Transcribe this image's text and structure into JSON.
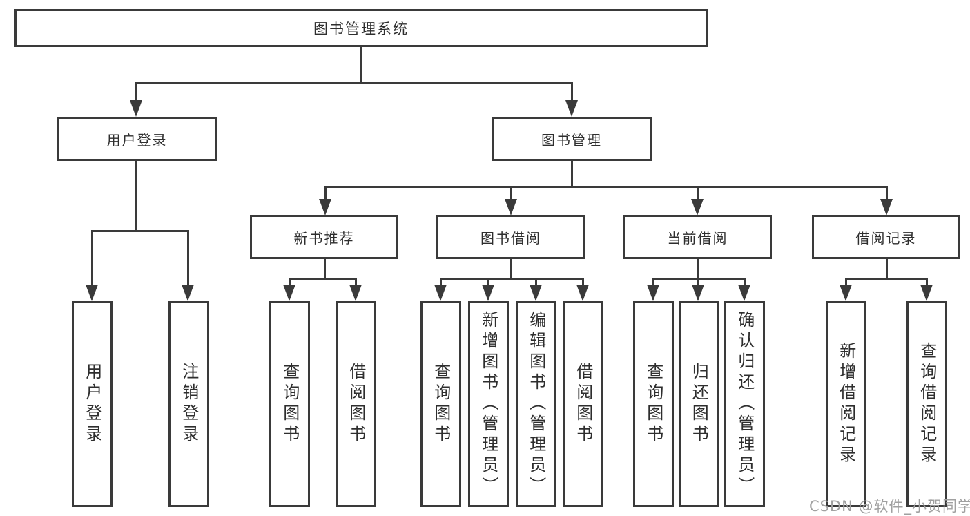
{
  "diagram": {
    "title": "图书管理系统",
    "root": {
      "label": "图书管理系统"
    },
    "level2": [
      {
        "label": "用户登录",
        "children": [
          {
            "label": "用户登录"
          },
          {
            "label": "注销登录"
          }
        ]
      },
      {
        "label": "图书管理",
        "children": [
          {
            "label": "新书推荐",
            "children": [
              {
                "label": "查询图书"
              },
              {
                "label": "借阅图书"
              }
            ]
          },
          {
            "label": "图书借阅",
            "children": [
              {
                "label": "查询图书"
              },
              {
                "label": "新增图书（管理员）"
              },
              {
                "label": "编辑图书（管理员）"
              },
              {
                "label": "借阅图书"
              }
            ]
          },
          {
            "label": "当前借阅",
            "children": [
              {
                "label": "查询图书"
              },
              {
                "label": "归还图书"
              },
              {
                "label": "确认归还（管理员）"
              }
            ]
          },
          {
            "label": "借阅记录",
            "children": [
              {
                "label": "新增借阅记录"
              },
              {
                "label": "查询借阅记录"
              }
            ]
          }
        ]
      }
    ]
  },
  "watermark": {
    "text": "CSDN @软件_小贺同学"
  },
  "colors": {
    "line": "#3a3a3a",
    "text": "#2e2e2e",
    "watermark": "#a0a0a0",
    "background": "#ffffff"
  }
}
